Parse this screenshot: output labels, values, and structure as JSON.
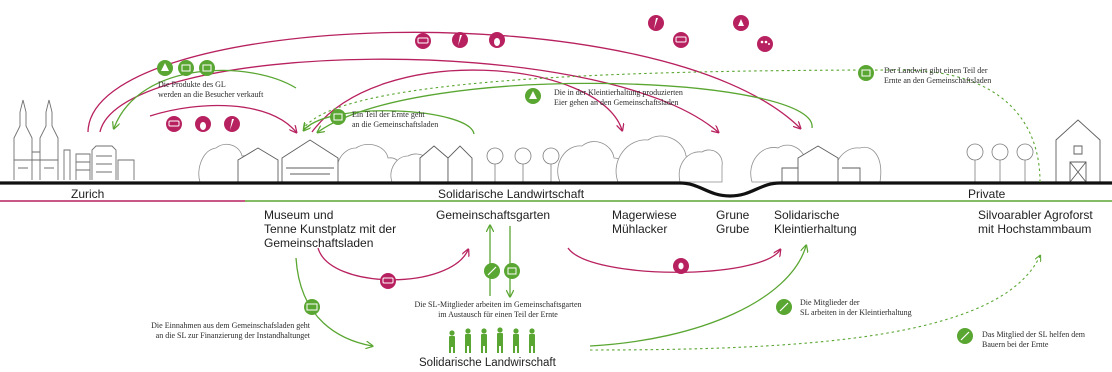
{
  "colors": {
    "magenta": "#b8215f",
    "green": "#5aa632",
    "ground": "#111111",
    "tree": "#8e8e8e",
    "building": "#6f6f6f"
  },
  "areas": {
    "zurich": "Zurich",
    "solidarische": "Solidarische Landwirtschaft",
    "private": "Private"
  },
  "places": {
    "museum": [
      "Museum und",
      "Tenne Kunstplatz mit der",
      "Gemeinschaftsladen"
    ],
    "garten": [
      "Gemeinschaftsgarten"
    ],
    "magerwiese": [
      "Magerwiese",
      "Mühlacker"
    ],
    "grune": [
      "Grune",
      "Grube"
    ],
    "kleintier": [
      "Solidarische",
      "Kleintierhaltung"
    ],
    "agroforst": [
      "Silvoarabler Agroforst",
      "mit Hochstammbaum"
    ]
  },
  "notes": {
    "produkte": [
      "Die Produkte des GL",
      "werden an die Besucher verkauft"
    ],
    "ernte_teil": [
      "Ein Teil der Ernte geht",
      "an die Gemeinschaftsladen"
    ],
    "eier": [
      "Die in der Kleintierhaltung produzierten",
      "Eier gehen an den Gemeinschaftsladen"
    ],
    "landwirt": [
      "Der Landwirt gibt einen Teil der",
      "Ernte an den Gemeinschaftsladen"
    ],
    "einnahmen": [
      "Die Einnahmen aus dem Gemeinschafsladen geht",
      "an die SL zur Finanzierung der Instandhaltunget"
    ],
    "mitglieder_garten": [
      "Die SL-Mitglieder arbeiten im Gemeinschaftsgarten",
      "im Austausch für einen Teil der Ernte"
    ],
    "mitglieder_klein": [
      "Die Mitglieder der",
      "SL arbeiten in der Kleintierhaltung"
    ],
    "mitglied_bauern": [
      "Das Mitglied der SL helfen dem",
      "Bauern bei der Ernte"
    ]
  },
  "bottom_title": "Solidarische Landwirschaft",
  "icons": [
    "bread-icon",
    "carrot-icon",
    "chicken-icon",
    "family-icon",
    "egg-icon",
    "vegetables-icon",
    "money-icon",
    "gardening-tool-icon",
    "person-icon",
    "hen-icon",
    "pear-icon"
  ]
}
